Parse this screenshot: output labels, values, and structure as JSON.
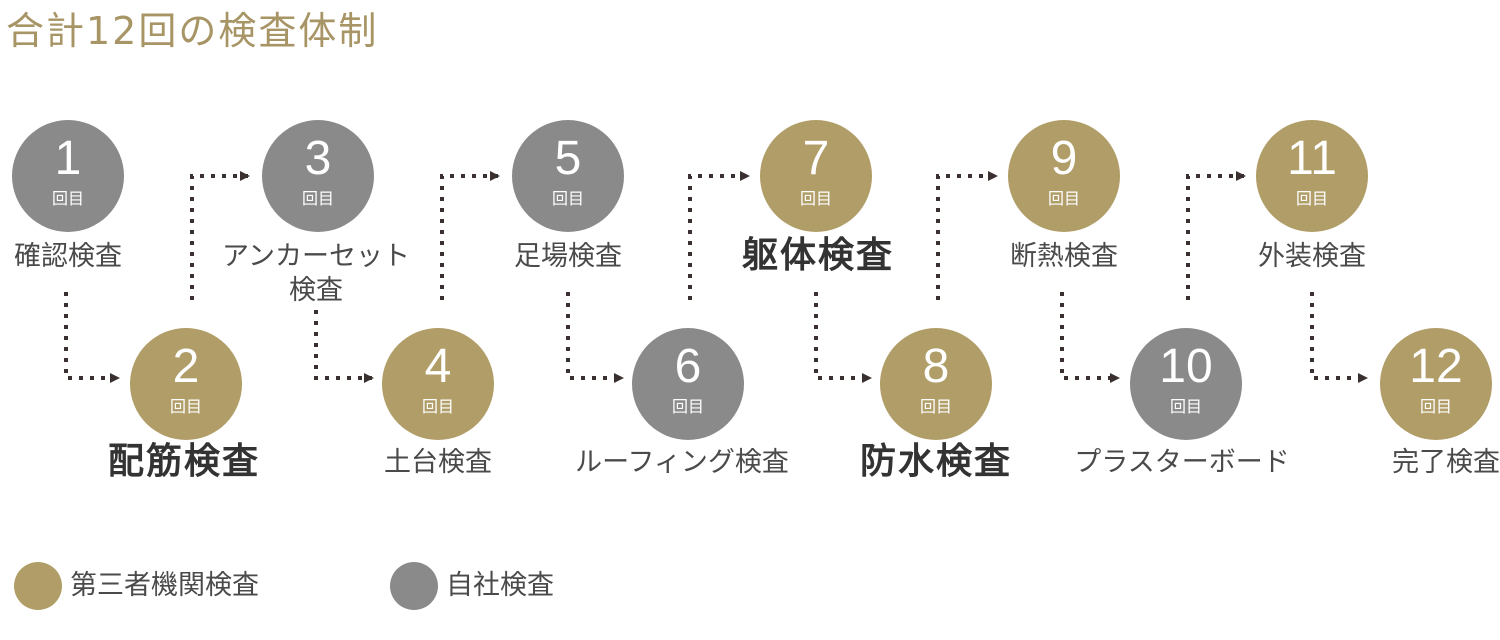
{
  "title": "合計12回の検査体制",
  "unit_label": "回目",
  "steps": [
    {
      "number": "1",
      "unit": "回目",
      "label": "確認検査",
      "kind": "self",
      "major": false
    },
    {
      "number": "2",
      "unit": "回目",
      "label": "配筋検査",
      "kind": "third_party",
      "major": true
    },
    {
      "number": "3",
      "unit": "回目",
      "label": "アンカーセット\n検査",
      "kind": "self",
      "major": false
    },
    {
      "number": "4",
      "unit": "回目",
      "label": "土台検査",
      "kind": "third_party",
      "major": false
    },
    {
      "number": "5",
      "unit": "回目",
      "label": "足場検査",
      "kind": "self",
      "major": false
    },
    {
      "number": "6",
      "unit": "回目",
      "label": "ルーフィング検査",
      "kind": "self",
      "major": false
    },
    {
      "number": "7",
      "unit": "回目",
      "label": "躯体検査",
      "kind": "third_party",
      "major": true
    },
    {
      "number": "8",
      "unit": "回目",
      "label": "防水検査",
      "kind": "third_party",
      "major": true
    },
    {
      "number": "9",
      "unit": "回目",
      "label": "断熱検査",
      "kind": "third_party",
      "major": false
    },
    {
      "number": "10",
      "unit": "回目",
      "label": "プラスターボード",
      "kind": "self",
      "major": false
    },
    {
      "number": "11",
      "unit": "回目",
      "label": "外装検査",
      "kind": "third_party",
      "major": false
    },
    {
      "number": "12",
      "unit": "回目",
      "label": "完了検査",
      "kind": "third_party",
      "major": false
    }
  ],
  "legend": [
    {
      "label": "第三者機関検査",
      "kind": "third_party",
      "color": "#b09d68"
    },
    {
      "label": "自社検査",
      "kind": "self",
      "color": "#8a8a8a"
    }
  ],
  "colors": {
    "third_party": "#b09d68",
    "self": "#8a8a8a",
    "title": "#a89566",
    "connector": "#3a3030"
  }
}
